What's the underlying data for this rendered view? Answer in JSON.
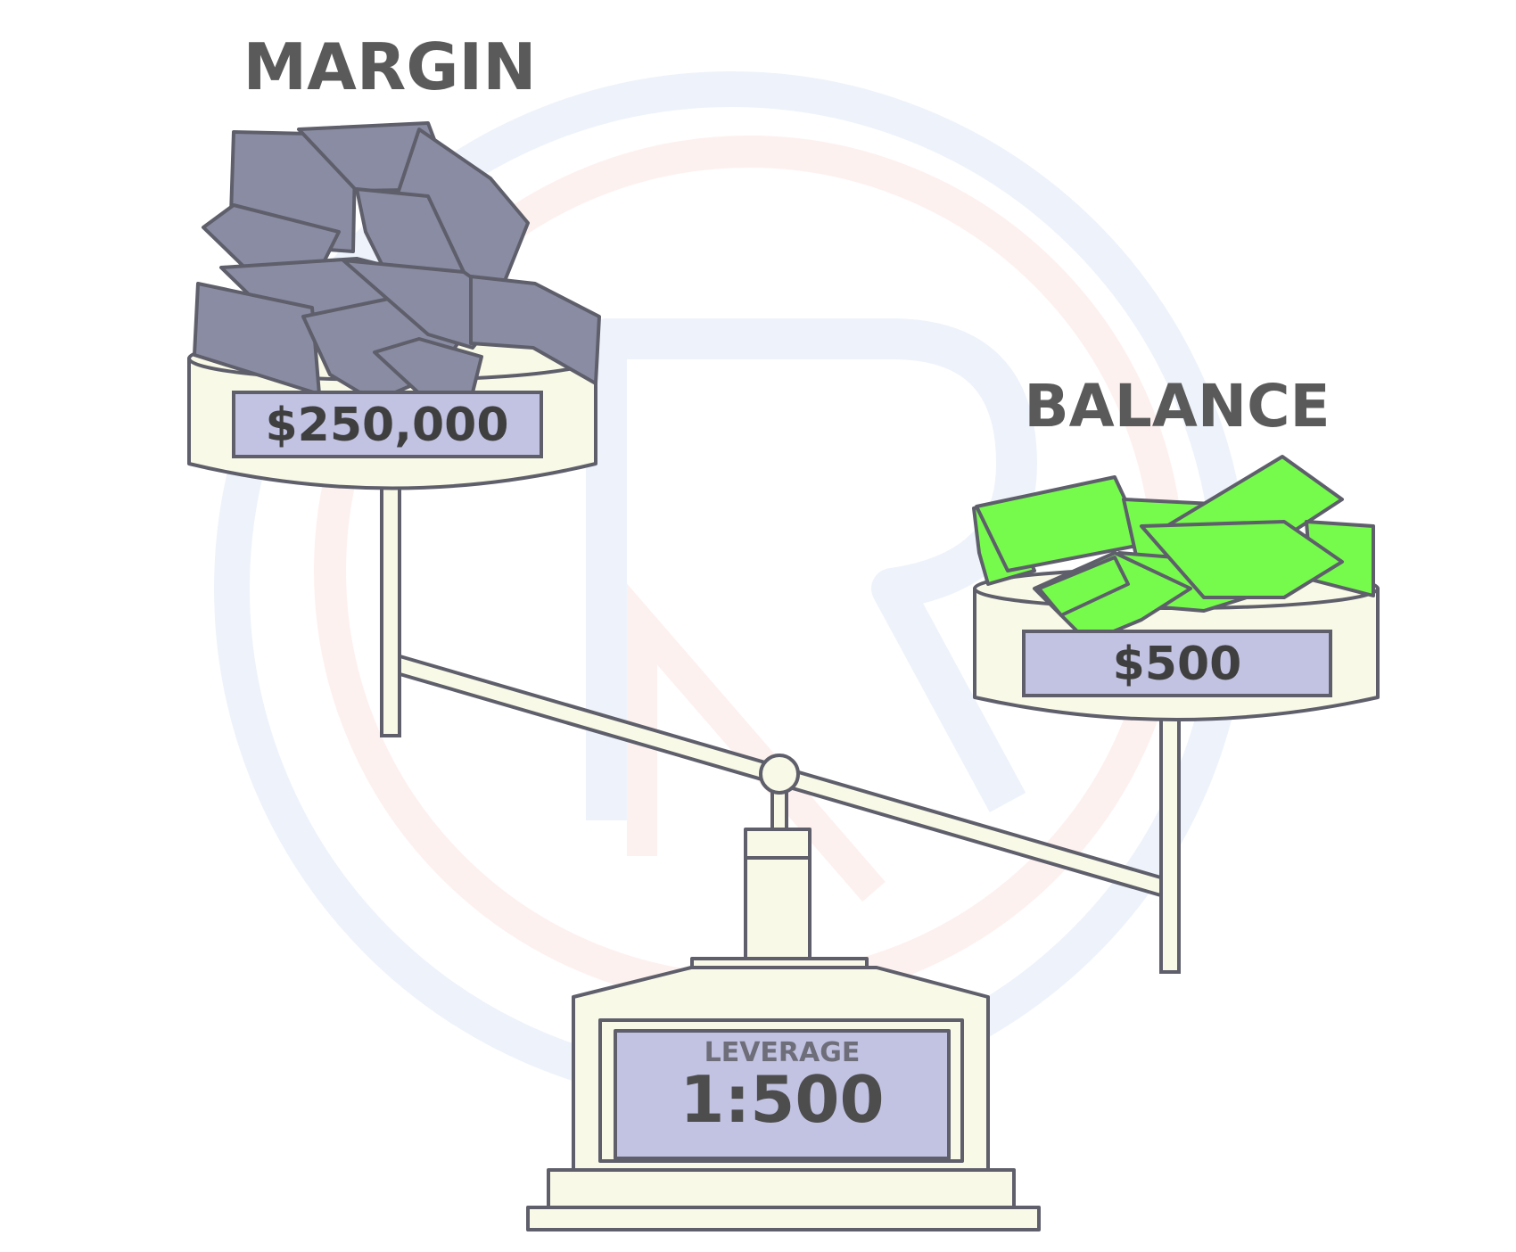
{
  "labels": {
    "left_title": "MARGIN",
    "right_title": "BALANCE",
    "left_amount": "$250,000",
    "right_amount": "$500",
    "base_caption": "LEVERAGE",
    "base_ratio": "1:500"
  },
  "colors": {
    "outline": "#5e5f6b",
    "cream": "#f8f9e6",
    "panel": "#c2c3e2",
    "gray_cash": "#8a8ca3",
    "green_cash": "#76fb4c",
    "text": "#5a5a5a",
    "watermark_blue": "#eef3fb",
    "watermark_red": "#fdf1ef"
  },
  "icons": [
    "watermark-logo-icon",
    "gray-cash-pile-icon",
    "green-cash-pile-icon",
    "balance-scale-icon"
  ]
}
